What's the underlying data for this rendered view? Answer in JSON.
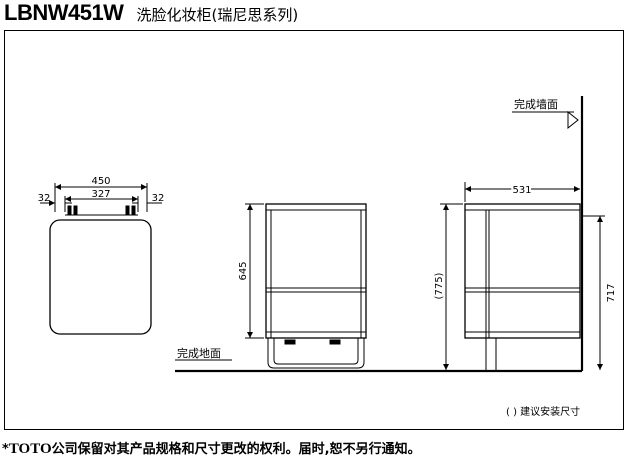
{
  "header": {
    "model": "LBNW451W",
    "product_name": "洗脸化妆柜(瑞尼思系列)"
  },
  "labels": {
    "wall": "完成墙面",
    "floor": "完成地面",
    "note": "( ) 建议安装尺寸"
  },
  "dimensions": {
    "top_width": "450",
    "top_inner": "327",
    "top_left_margin": "32",
    "top_right_margin": "32",
    "front_height": "645",
    "side_depth": "531",
    "side_height_recommended": "(775)",
    "side_total_height": "717"
  },
  "footer": {
    "asterisk": "*",
    "brand": "TOTO",
    "text": "公司保留对其产品规格和尺寸更改的权利。届时,恕不另行通知。"
  }
}
